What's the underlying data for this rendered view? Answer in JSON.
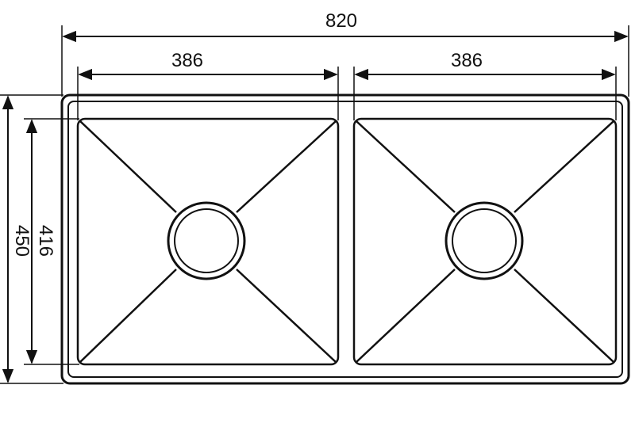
{
  "dimensions": {
    "overall_width": "820",
    "left_bowl_width": "386",
    "right_bowl_width": "386",
    "overall_height": "450",
    "bowl_height": "416"
  },
  "colors": {
    "line": "#111111",
    "background": "#ffffff"
  }
}
